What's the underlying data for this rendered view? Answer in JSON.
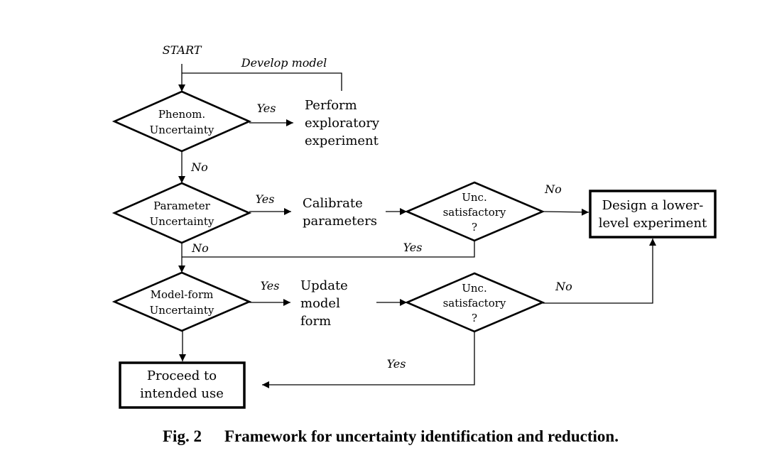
{
  "start": "START",
  "develop_model": "Develop model",
  "nodes": {
    "phenom": [
      "Phenom.",
      "Uncertainty"
    ],
    "parameter": [
      "Parameter",
      "Uncertainty"
    ],
    "modelform": [
      "Model-form",
      "Uncertainty"
    ],
    "explore": [
      "Perform",
      "exploratory",
      "experiment"
    ],
    "calibrate": [
      "Calibrate",
      "parameters"
    ],
    "update": [
      "Update",
      "model",
      "form"
    ],
    "unc1": [
      "Unc.",
      "satisfactory",
      "?"
    ],
    "unc2": [
      "Unc.",
      "satisfactory",
      "?"
    ],
    "design": [
      "Design a lower-",
      "level experiment"
    ],
    "proceed": [
      "Proceed to",
      "intended use"
    ]
  },
  "edges": {
    "yes": "Yes",
    "no": "No"
  },
  "caption": {
    "label": "Fig. 2",
    "text": "Framework for uncertainty identification and reduction."
  }
}
